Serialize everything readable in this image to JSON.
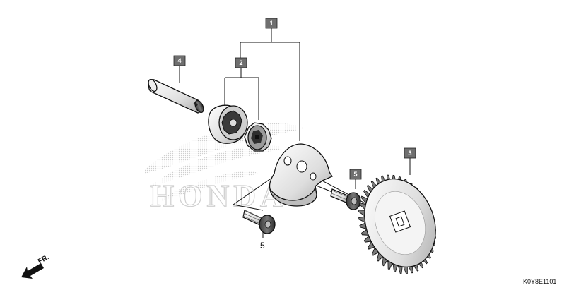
{
  "watermark": {
    "text": "HONDA"
  },
  "callouts": [
    {
      "id": "1",
      "label": "1"
    },
    {
      "id": "2",
      "label": "2"
    },
    {
      "id": "3",
      "label": "3"
    },
    {
      "id": "4",
      "label": "4"
    },
    {
      "id": "5a",
      "label": "5"
    },
    {
      "id": "5b",
      "label": "5"
    }
  ],
  "direction": {
    "label": "FR."
  },
  "diagram_code": "K0Y8E1101",
  "colors": {
    "ink": "#111111",
    "callout_fill": "#6f6f6f",
    "watermark": "#d8d8d8"
  }
}
